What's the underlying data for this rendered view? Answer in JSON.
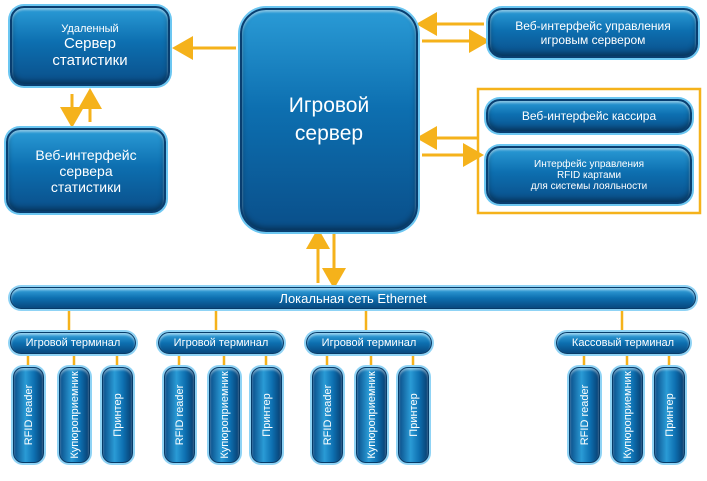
{
  "remote_stats_server": {
    "line1": "Удаленный",
    "line2": "Сервер",
    "line3": "статистики"
  },
  "stats_web_interface": {
    "line1": "Веб-интерфейс",
    "line2": "сервера",
    "line3": "статистики"
  },
  "game_server": {
    "line1": "Игровой",
    "line2": "сервер"
  },
  "game_server_web_ui": {
    "line1": "Веб-интерфейс управления",
    "line2": "игровым сервером"
  },
  "cashier_web_ui": {
    "label": "Веб-интерфейс кассира"
  },
  "rfid_mgmt_ui": {
    "line1": "Интерфейс управления",
    "line2": "RFID картами",
    "line3": "для системы лояльности"
  },
  "lan": {
    "label": "Локальная сеть Ethernet"
  },
  "terminals": [
    {
      "label": "Игровой терминал",
      "devices": [
        "RFID reader",
        "Купюроприемник",
        "Принтер"
      ]
    },
    {
      "label": "Игровой терминал",
      "devices": [
        "RFID reader",
        "Купюроприемник",
        "Принтер"
      ]
    },
    {
      "label": "Игровой терминал",
      "devices": [
        "RFID reader",
        "Купюроприемник",
        "Принтер"
      ]
    },
    {
      "label": "Кассовый терминал",
      "devices": [
        "RFID reader",
        "Купюроприемник",
        "Принтер"
      ]
    }
  ],
  "colors": {
    "box": "#0d6fb0",
    "outline": "#6cc7f2",
    "connector": "#f5b21b"
  }
}
